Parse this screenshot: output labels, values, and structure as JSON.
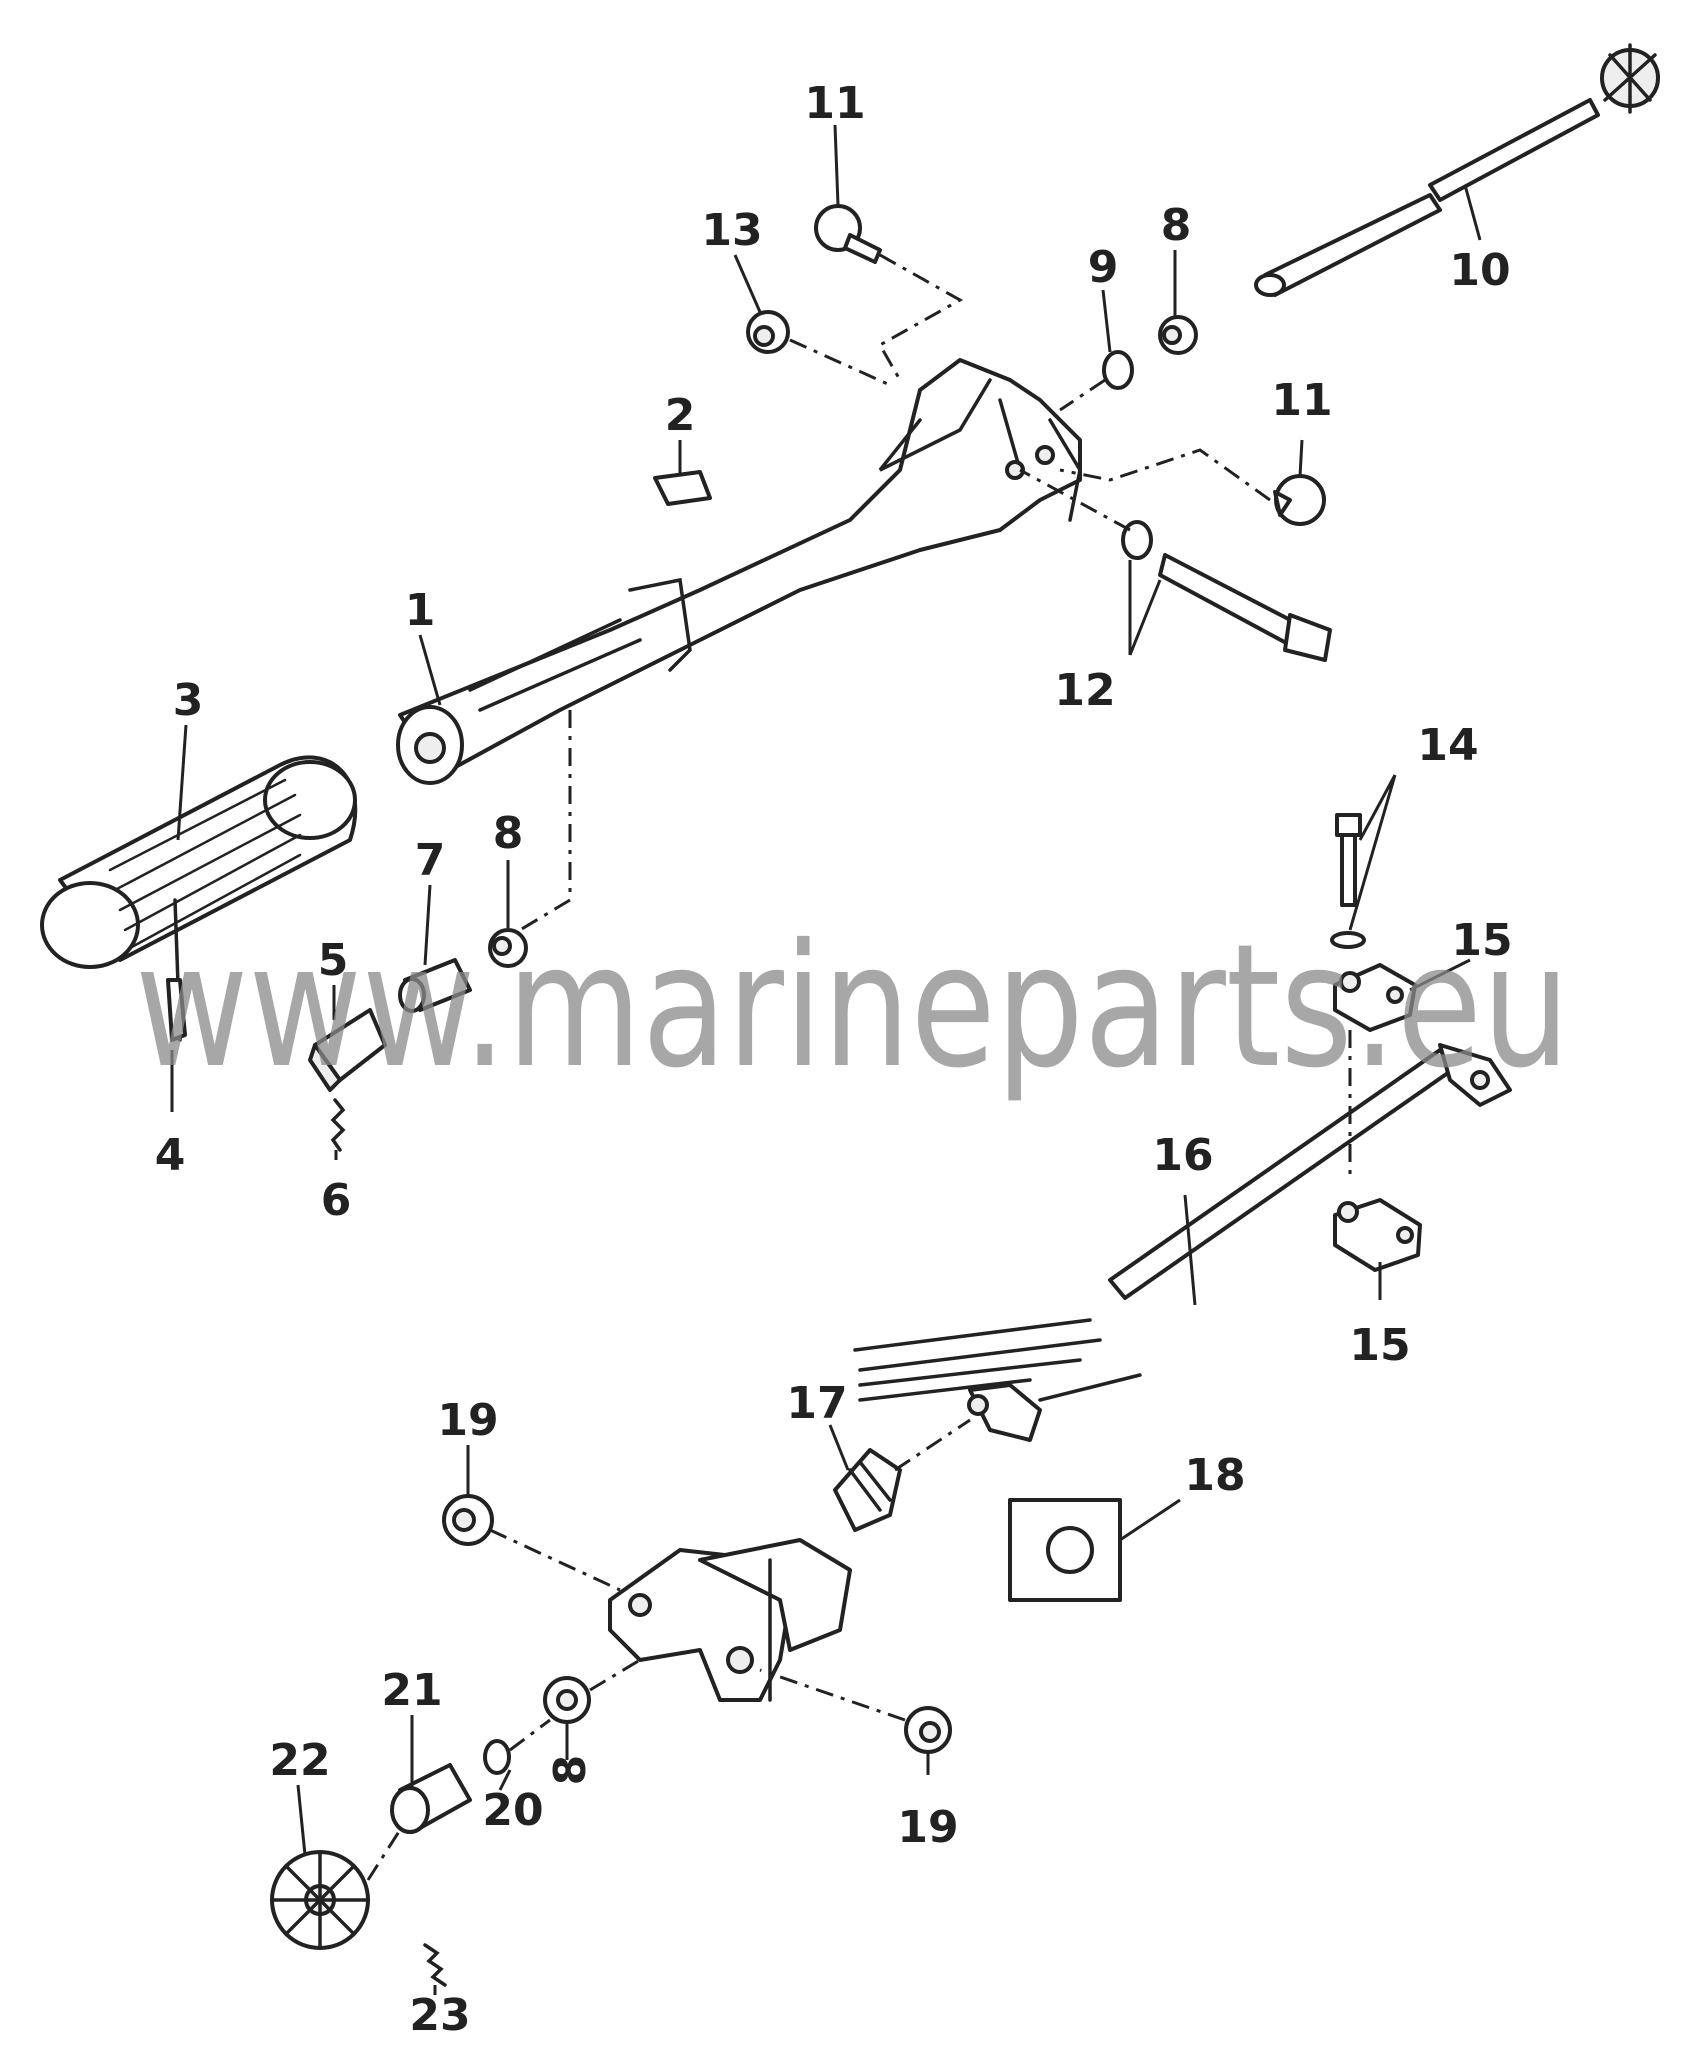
{
  "watermark": "www.marineparts.eu",
  "callouts": {
    "c1": "1",
    "c2": "2",
    "c3": "3",
    "c4": "4",
    "c5": "5",
    "c6": "6",
    "c7": "7",
    "c8a": "8",
    "c8b": "8",
    "c8c": "8",
    "c9": "9",
    "c10": "10",
    "c11a": "11",
    "c11b": "11",
    "c12": "12",
    "c13": "13",
    "c14": "14",
    "c15a": "15",
    "c15b": "15",
    "c16": "16",
    "c17": "17",
    "c18": "18",
    "c19a": "19",
    "c19b": "19",
    "c20": "20",
    "c21": "21",
    "c22": "22",
    "c23": "23"
  }
}
